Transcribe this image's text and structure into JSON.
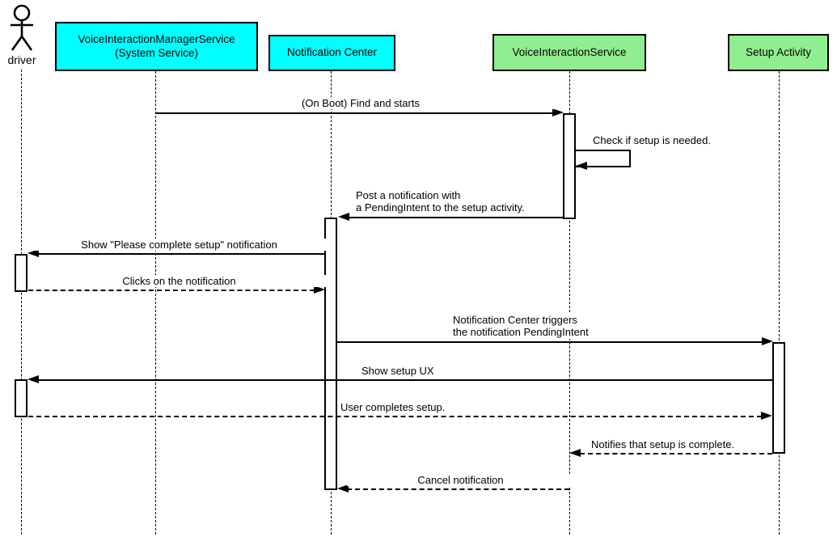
{
  "participants": [
    {
      "id": "driver",
      "type": "actor",
      "label": "driver"
    },
    {
      "id": "voice-interaction-manager-service",
      "type": "object",
      "label": "VoiceInteractionManagerService\n(System Service)",
      "fill": "#00ffff"
    },
    {
      "id": "notification-center",
      "type": "object",
      "label": "Notification Center",
      "fill": "#00ffff"
    },
    {
      "id": "voice-interaction-service",
      "type": "object",
      "label": "VoiceInteractionService",
      "fill": "#90ee90"
    },
    {
      "id": "setup-activity",
      "type": "object",
      "label": "Setup Activity",
      "fill": "#90ee90"
    }
  ],
  "messages": [
    {
      "label": "(On Boot) Find and starts",
      "from": "VoiceInteractionManagerService (System Service)",
      "to": "VoiceInteractionService",
      "line": "solid"
    },
    {
      "label": "Check if setup is needed.",
      "from": "VoiceInteractionService",
      "to": "VoiceInteractionService",
      "line": "solid",
      "self": true
    },
    {
      "label": "Post a notification with\na PendingIntent to the setup activity.",
      "from": "VoiceInteractionService",
      "to": "Notification Center",
      "line": "solid"
    },
    {
      "label": "Show \"Please complete setup\" notification",
      "from": "Notification Center",
      "to": "driver",
      "line": "solid"
    },
    {
      "label": "Clicks on the notification",
      "from": "driver",
      "to": "Notification Center",
      "line": "dashed"
    },
    {
      "label": "Notification Center triggers\nthe notification PendingIntent",
      "from": "Notification Center",
      "to": "Setup Activity",
      "line": "solid"
    },
    {
      "label": "Show setup UX",
      "from": "Setup Activity",
      "to": "driver",
      "line": "solid"
    },
    {
      "label": "User completes setup.",
      "from": "driver",
      "to": "Setup Activity",
      "line": "dashed"
    },
    {
      "label": "Notifies that setup is complete.",
      "from": "Setup Activity",
      "to": "VoiceInteractionService",
      "line": "dashed"
    },
    {
      "label": "Cancel notification",
      "from": "VoiceInteractionService",
      "to": "Notification Center",
      "line": "dashed"
    }
  ],
  "colors": {
    "participant_cyan": "#00ffff",
    "participant_green": "#90ee90",
    "line": "#000000",
    "background": "#ffffff"
  }
}
